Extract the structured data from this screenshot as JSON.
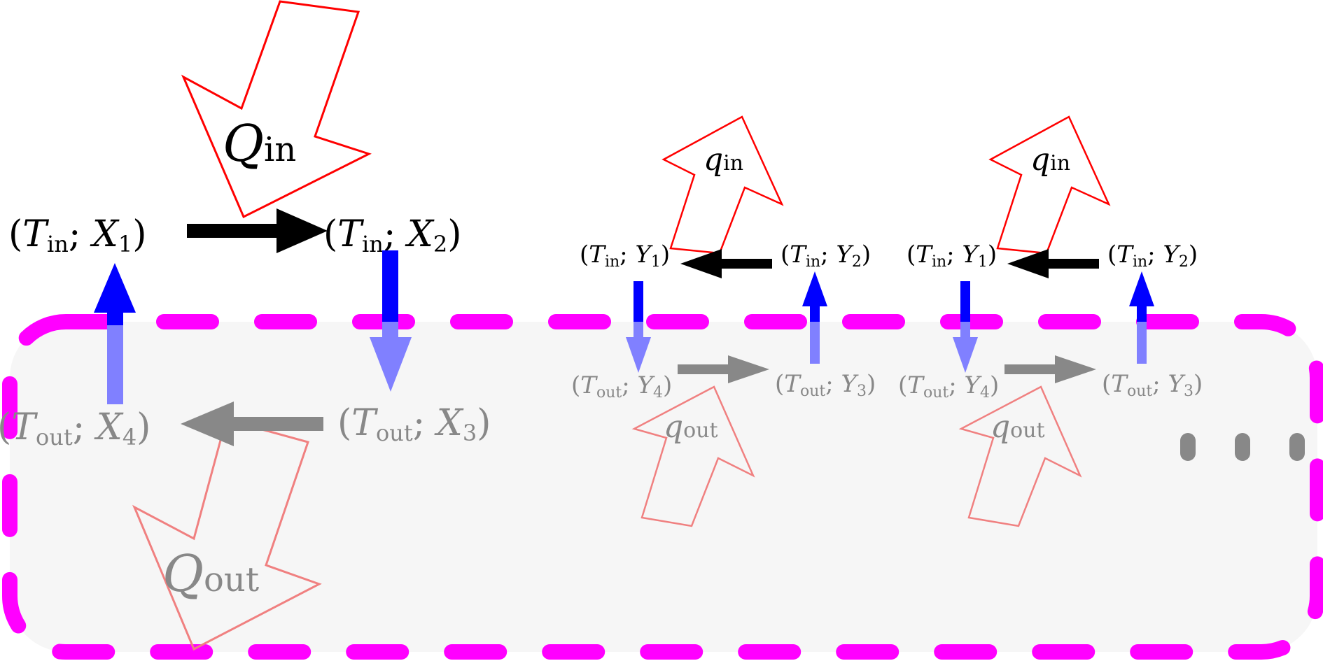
{
  "colors": {
    "background": "#ffffff",
    "region_fill": "#f6f6f6",
    "region_border": "#ff00ff",
    "heat_in": "#ff0000",
    "heat_out": "#f08080",
    "arrow_black": "#000000",
    "arrow_gray": "#888888",
    "arrow_blue": "#0000ff",
    "arrow_blue_faded": "#8080ff"
  },
  "big_cycle": {
    "heat_in": {
      "symbol": "Q",
      "sub": "in"
    },
    "heat_out": {
      "symbol": "Q",
      "sub": "out"
    },
    "states": {
      "s1": {
        "T": "T",
        "Tsub": "in",
        "V": "X",
        "Vsub": "1"
      },
      "s2": {
        "T": "T",
        "Tsub": "in",
        "V": "X",
        "Vsub": "2"
      },
      "s3": {
        "T": "T",
        "Tsub": "out",
        "V": "X",
        "Vsub": "3"
      },
      "s4": {
        "T": "T",
        "Tsub": "out",
        "V": "X",
        "Vsub": "4"
      }
    }
  },
  "small_cycles": [
    {
      "heat_in": {
        "symbol": "q",
        "sub": "in"
      },
      "heat_out": {
        "symbol": "q",
        "sub": "out"
      },
      "states": {
        "s1": {
          "T": "T",
          "Tsub": "in",
          "V": "Y",
          "Vsub": "1"
        },
        "s2": {
          "T": "T",
          "Tsub": "in",
          "V": "Y",
          "Vsub": "2"
        },
        "s3": {
          "T": "T",
          "Tsub": "out",
          "V": "Y",
          "Vsub": "3"
        },
        "s4": {
          "T": "T",
          "Tsub": "out",
          "V": "Y",
          "Vsub": "4"
        }
      }
    },
    {
      "heat_in": {
        "symbol": "q",
        "sub": "in"
      },
      "heat_out": {
        "symbol": "q",
        "sub": "out"
      },
      "states": {
        "s1": {
          "T": "T",
          "Tsub": "in",
          "V": "Y",
          "Vsub": "1"
        },
        "s2": {
          "T": "T",
          "Tsub": "in",
          "V": "Y",
          "Vsub": "2"
        },
        "s3": {
          "T": "T",
          "Tsub": "out",
          "V": "Y",
          "Vsub": "3"
        },
        "s4": {
          "T": "T",
          "Tsub": "out",
          "V": "Y",
          "Vsub": "4"
        }
      }
    }
  ]
}
